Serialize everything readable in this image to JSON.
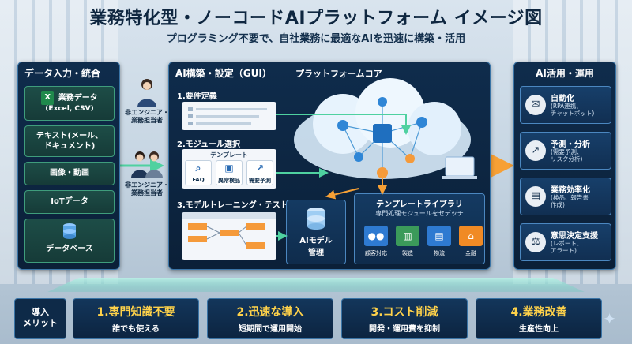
{
  "header": {
    "title": "業務特化型・ノーコードAIプラットフォーム イメージ図",
    "subtitle": "プログラミング不要で、自社業務に最適なAIを迅速に構築・活用"
  },
  "input_panel": {
    "title": "データ入力・統合",
    "items": [
      {
        "label": "業務データ",
        "sub": "(Excel, CSV)",
        "icon": "excel-icon"
      },
      {
        "label": "テキスト(メール、",
        "sub": "ドキュメント)"
      },
      {
        "label": "画像・動画"
      },
      {
        "label": "IoTデータ"
      },
      {
        "label": "データベース",
        "icon": "database-icon"
      }
    ]
  },
  "people": [
    {
      "label_line1": "非エンジニア・",
      "label_line2": "業務担当者"
    },
    {
      "label_line1": "非エンジニア・",
      "label_line2": "業務担当者"
    }
  ],
  "build_panel": {
    "title": "AI構築・設定（GUI）",
    "step1": "1.要件定義",
    "step2": "2.モジュール選択",
    "step3": "3.モデルトレーニング・テスト",
    "template_card": {
      "title": "テンプレート",
      "items": [
        "FAQ",
        "異常検品",
        "需要予測"
      ]
    }
  },
  "core": {
    "title": "プラットフォームコア",
    "model_line1": "AIモデル",
    "model_line2": "管理",
    "library_title": "テンプレートライブラリ",
    "library_sub": "専門処理モジュールをセデッチ",
    "library_items": [
      "顧客対応",
      "製造",
      "物流",
      "金融"
    ]
  },
  "use_panel": {
    "title": "AI活用・運用",
    "items": [
      {
        "title": "自動化",
        "desc_line1": "(RPA連携、",
        "desc_line2": "チャットボット)",
        "icon": "chat-icon"
      },
      {
        "title": "予測・分析",
        "desc_line1": "(需要予測、",
        "desc_line2": "リスク分析)",
        "icon": "chart-icon"
      },
      {
        "title": "業務効率化",
        "desc_line1": "(検品、報告書",
        "desc_line2": "作成)",
        "icon": "document-icon"
      },
      {
        "title": "意思決定支援",
        "desc_line1": "(レポート、",
        "desc_line2": "アラート)",
        "icon": "scale-icon"
      }
    ]
  },
  "merits": {
    "label_line1": "導入",
    "label_line2": "メリット",
    "items": [
      {
        "title": "1.専門知識不要",
        "desc": "誰でも使える"
      },
      {
        "title": "2.迅速な導入",
        "desc": "短期間で運用開始"
      },
      {
        "title": "3.コスト削減",
        "desc": "開発・運用費を抑制"
      },
      {
        "title": "4.業務改善",
        "desc": "生産性向上"
      }
    ]
  }
}
